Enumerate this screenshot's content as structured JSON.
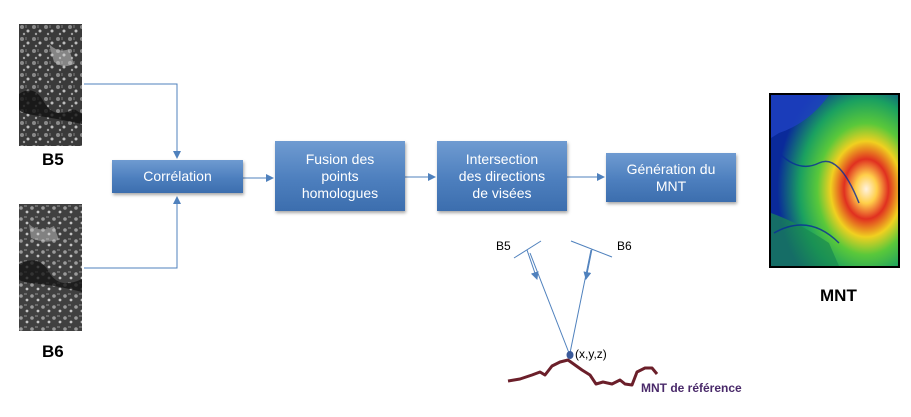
{
  "inputs": {
    "top_label": "B5",
    "bottom_label": "B6"
  },
  "steps": [
    {
      "label": "Corrélation"
    },
    {
      "label": "Fusion des\npoints\nhomologues"
    },
    {
      "label": "Intersection\ndes directions\nde visées"
    },
    {
      "label": "Génération du\nMNT"
    }
  ],
  "geometry_sketch": {
    "sensor_left": "B5",
    "sensor_right": "B6",
    "point_label": "(x,y,z)",
    "reference_label": "MNT de référence"
  },
  "output": {
    "label": "MNT"
  },
  "colors": {
    "box_top": "#6f9bd1",
    "box_bottom": "#3c6eae",
    "arrow": "#4f81bd",
    "terrain": "#6b1f2a",
    "point": "#3a5a9a"
  }
}
